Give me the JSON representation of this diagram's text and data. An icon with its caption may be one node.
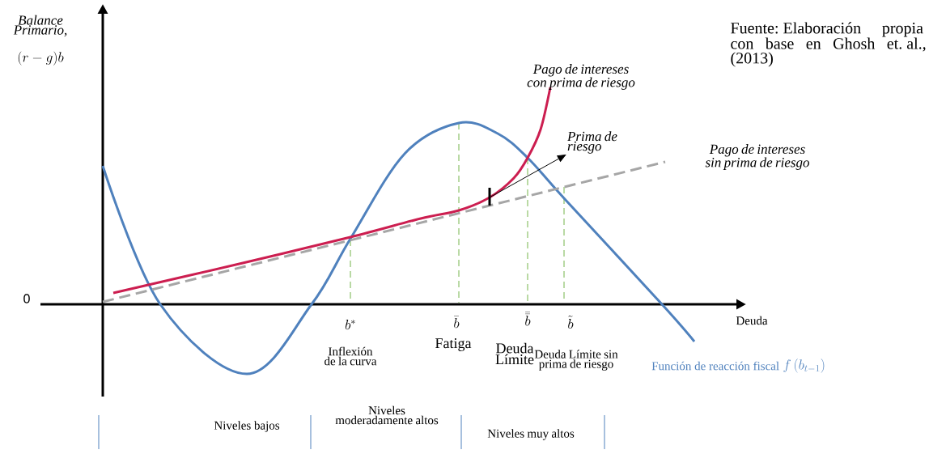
{
  "diagram": {
    "nodes": [
      {
        "text": [
          "Prima de riesgo"
        ]
      },
      {
        "text": [],
        "shape": "bar"
      }
    ],
    "edges": [
      {
        "from": 1,
        "to": 0,
        "arrow": "to"
      }
    ],
    "labels": [
      "Balance Primario,",
      "(r-g)b",
      "Fuente: Elaboración propia con base en Ghosh et. al., (2013)",
      "Pago de intereses con prima de riesgo",
      "Pago de intereses sin prima de riesgo",
      "0",
      "Deuda",
      "b^*",
      "\\bar{b}",
      "\\bar{\\bar{b}}",
      "\\tilde{b}",
      "Inflexión de la curva",
      "Fatiga",
      "Deuda Límite",
      "Deuda Límite sin prima de riesgo",
      "Función de reacción fiscal",
      "f\\,(b_{t-1})",
      "Niveles bajos",
      "Niveles moderadamente altos",
      "Niveles muy altos"
    ]
  }
}
